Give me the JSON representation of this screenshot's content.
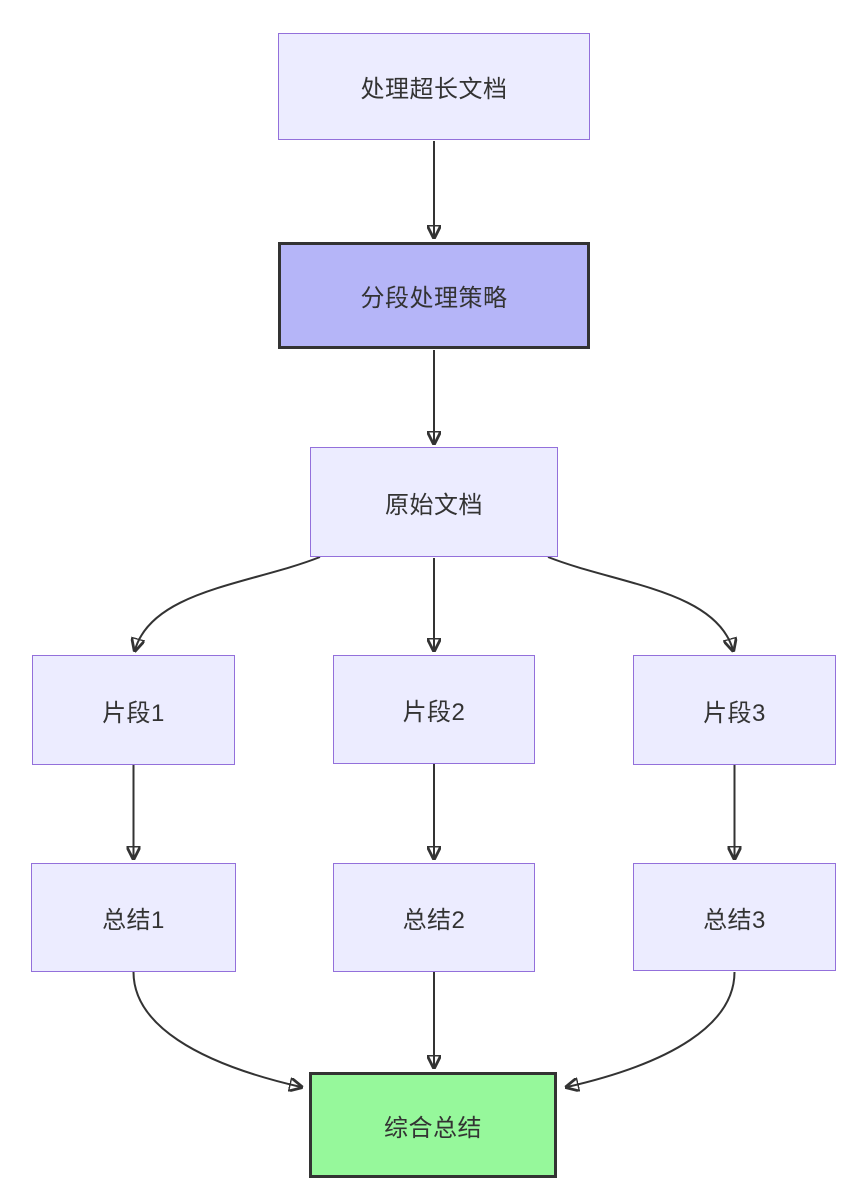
{
  "diagram": {
    "type": "flowchart",
    "direction": "top-down",
    "background": "#ffffff",
    "edge_color": "#333333",
    "text_color": "#333333",
    "styles": {
      "default": {
        "fill": "#ECECFF",
        "stroke": "#9370DB",
        "strokeWidth": "1.5px"
      },
      "highlight": {
        "fill": "#B5B5F8",
        "stroke": "#333333",
        "strokeWidth": "3px"
      },
      "success": {
        "fill": "#96F89B",
        "stroke": "#333333",
        "strokeWidth": "3px"
      }
    },
    "nodes": [
      {
        "id": "A",
        "label": "处理超长文档",
        "type": "default"
      },
      {
        "id": "B",
        "label": "分段处理策略",
        "type": "highlight"
      },
      {
        "id": "C",
        "label": "原始文档",
        "type": "default"
      },
      {
        "id": "D1",
        "label": "片段1",
        "type": "default"
      },
      {
        "id": "D2",
        "label": "片段2",
        "type": "default"
      },
      {
        "id": "D3",
        "label": "片段3",
        "type": "default"
      },
      {
        "id": "S1",
        "label": "总结1",
        "type": "default"
      },
      {
        "id": "S2",
        "label": "总结2",
        "type": "default"
      },
      {
        "id": "S3",
        "label": "总结3",
        "type": "default"
      },
      {
        "id": "F",
        "label": "综合总结",
        "type": "success"
      }
    ],
    "edges": [
      {
        "from": "A",
        "to": "B"
      },
      {
        "from": "B",
        "to": "C"
      },
      {
        "from": "C",
        "to": "D1"
      },
      {
        "from": "C",
        "to": "D2"
      },
      {
        "from": "C",
        "to": "D3"
      },
      {
        "from": "D1",
        "to": "S1"
      },
      {
        "from": "D2",
        "to": "S2"
      },
      {
        "from": "D3",
        "to": "S3"
      },
      {
        "from": "S1",
        "to": "F"
      },
      {
        "from": "S2",
        "to": "F"
      },
      {
        "from": "S3",
        "to": "F"
      }
    ]
  }
}
